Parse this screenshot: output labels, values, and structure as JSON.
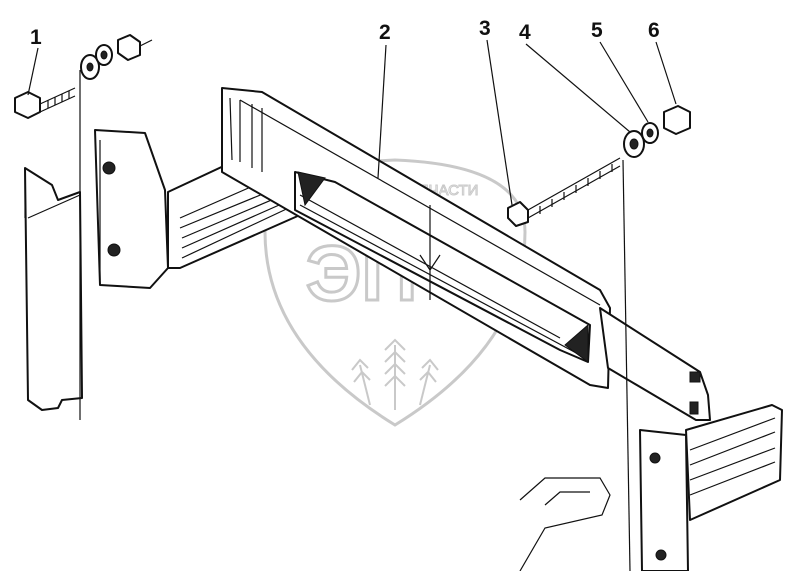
{
  "watermark": {
    "top_text": "ТЕХНИКА ⚙ ЗАПЧАСТИ",
    "logo_text": "ЭПФ"
  },
  "callouts": [
    {
      "id": "1",
      "label": "1"
    },
    {
      "id": "2",
      "label": "2"
    },
    {
      "id": "3",
      "label": "3"
    },
    {
      "id": "4",
      "label": "4"
    },
    {
      "id": "5",
      "label": "5"
    },
    {
      "id": "6",
      "label": "6"
    }
  ]
}
